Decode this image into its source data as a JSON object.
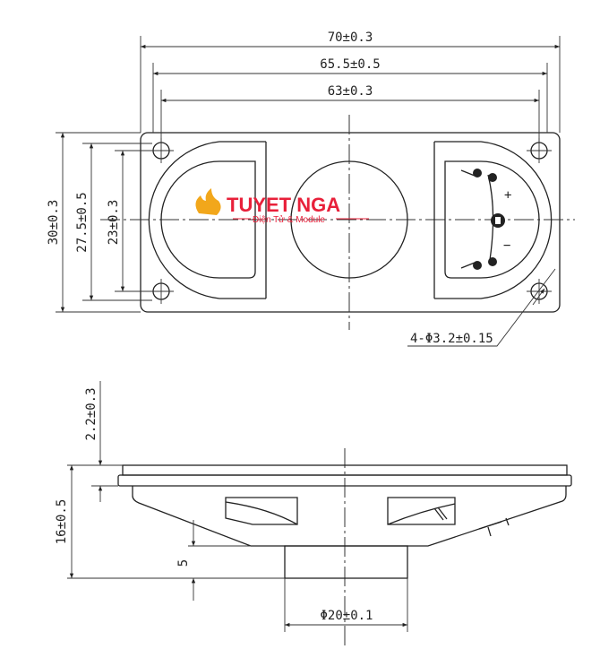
{
  "top_view": {
    "width_overall": "70±0.3",
    "width_mount": "65.5±0.5",
    "hole_spacing_x": "63±0.3",
    "height_overall": "30±0.3",
    "height_mount": "27.5±0.5",
    "hole_spacing_y": "23±0.3",
    "holes": "4-Φ3.2±0.15",
    "terminal_plus": "+",
    "terminal_minus": "−"
  },
  "side_view": {
    "flange_thickness": "2.2±0.3",
    "total_depth": "16±0.5",
    "magnet_height": "5",
    "magnet_diameter": "Φ20±0.1"
  },
  "watermark": {
    "title": "TUYET NGA",
    "subtitle": "Điện Tử & Module"
  },
  "colors": {
    "line": "#222222",
    "logo": "#e8203a"
  }
}
